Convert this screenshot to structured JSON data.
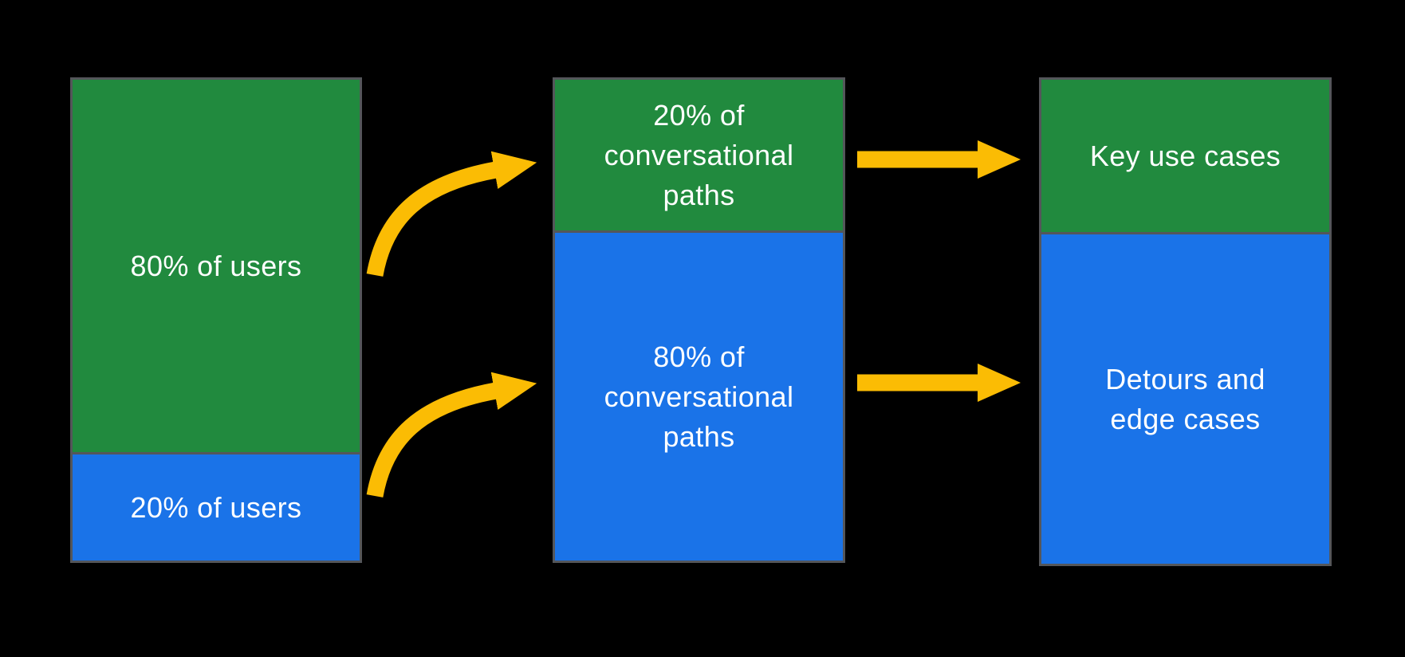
{
  "diagram": {
    "title_visible": false,
    "background_color": "#000000",
    "colors": {
      "green_segment": "#218a3e",
      "blue_segment": "#1a73e8",
      "arrow": "#fbbc04",
      "box_border": "#54565a",
      "label_text": "#ffffff"
    },
    "columns": [
      {
        "name": "users",
        "segments": [
          {
            "color": "green",
            "label": "80% of users",
            "visual_height_pct": 77
          },
          {
            "color": "blue",
            "label": "20% of users",
            "visual_height_pct": 23
          }
        ]
      },
      {
        "name": "conversational-paths",
        "segments": [
          {
            "color": "green",
            "label": "20% of\nconversational\npaths",
            "visual_height_pct": 31
          },
          {
            "color": "blue",
            "label": "80% of\nconversational\npaths",
            "visual_height_pct": 69
          }
        ]
      },
      {
        "name": "cases",
        "segments": [
          {
            "color": "green",
            "label": "Key use cases",
            "visual_height_pct": 32
          },
          {
            "color": "blue",
            "label": "Detours and\nedge cases",
            "visual_height_pct": 68
          }
        ]
      }
    ],
    "arrows": [
      {
        "name": "curved-arrow-users80-to-paths20",
        "style": "curved",
        "from": "80% of users",
        "to": "20% of conversational paths"
      },
      {
        "name": "curved-arrow-users20-to-paths80",
        "style": "curved",
        "from": "20% of users",
        "to": "80% of conversational paths"
      },
      {
        "name": "straight-arrow-paths20-to-key-use-cases",
        "style": "straight",
        "from": "20% of conversational paths",
        "to": "Key use cases"
      },
      {
        "name": "straight-arrow-paths80-to-detours",
        "style": "straight",
        "from": "80% of conversational paths",
        "to": "Detours and edge cases"
      }
    ]
  }
}
